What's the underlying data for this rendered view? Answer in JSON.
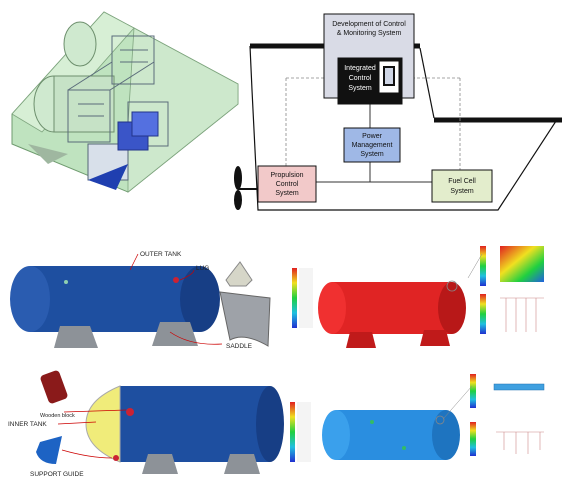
{
  "control_diagram": {
    "dev_title_line1": "Development of Control",
    "dev_title_line2": "& Monitoring System",
    "integrated_line1": "Integrated",
    "integrated_line2": "Control",
    "integrated_line3": "System",
    "power_line1": "Power",
    "power_line2": "Management",
    "power_line3": "System",
    "propulsion_line1": "Propulsion",
    "propulsion_line2": "Control",
    "propulsion_line3": "System",
    "fuelcell_line1": "Fuel Cell",
    "fuelcell_line2": "System",
    "colors": {
      "title_box": "#d9dbe6",
      "integrated_box": "#111111",
      "power_box": "#9fb8e6",
      "propulsion_box": "#f2c9c9",
      "fuelcell_box": "#e3edcc"
    }
  },
  "tank_labels": {
    "outer_tank": "OUTER TANK",
    "lug": "LUG",
    "saddle": "SADDLE",
    "wooden_block": "Wooden block",
    "inner_tank": "INNER TANK",
    "support_guide": "SUPPORT GUIDE"
  }
}
